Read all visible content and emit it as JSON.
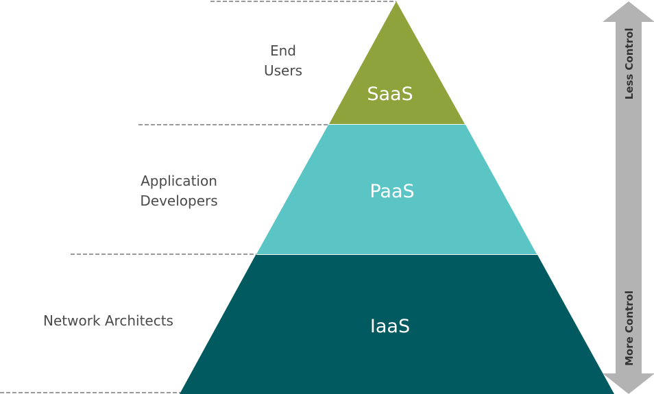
{
  "tiers": {
    "saas": {
      "label": "SaaS",
      "color": "#8fa33c"
    },
    "paas": {
      "label": "PaaS",
      "color": "#5bc5c5"
    },
    "iaas": {
      "label": "IaaS",
      "color": "#005a5f"
    }
  },
  "audiences": {
    "end_users": {
      "line1": "End",
      "line2": "Users"
    },
    "app_developers": {
      "line1": "Application",
      "line2": "Developers"
    },
    "network_architects": {
      "label": "Network Architects"
    }
  },
  "control_arrow": {
    "top_label": "Less Control",
    "bottom_label": "More Control",
    "color": "#b3b3b3"
  }
}
